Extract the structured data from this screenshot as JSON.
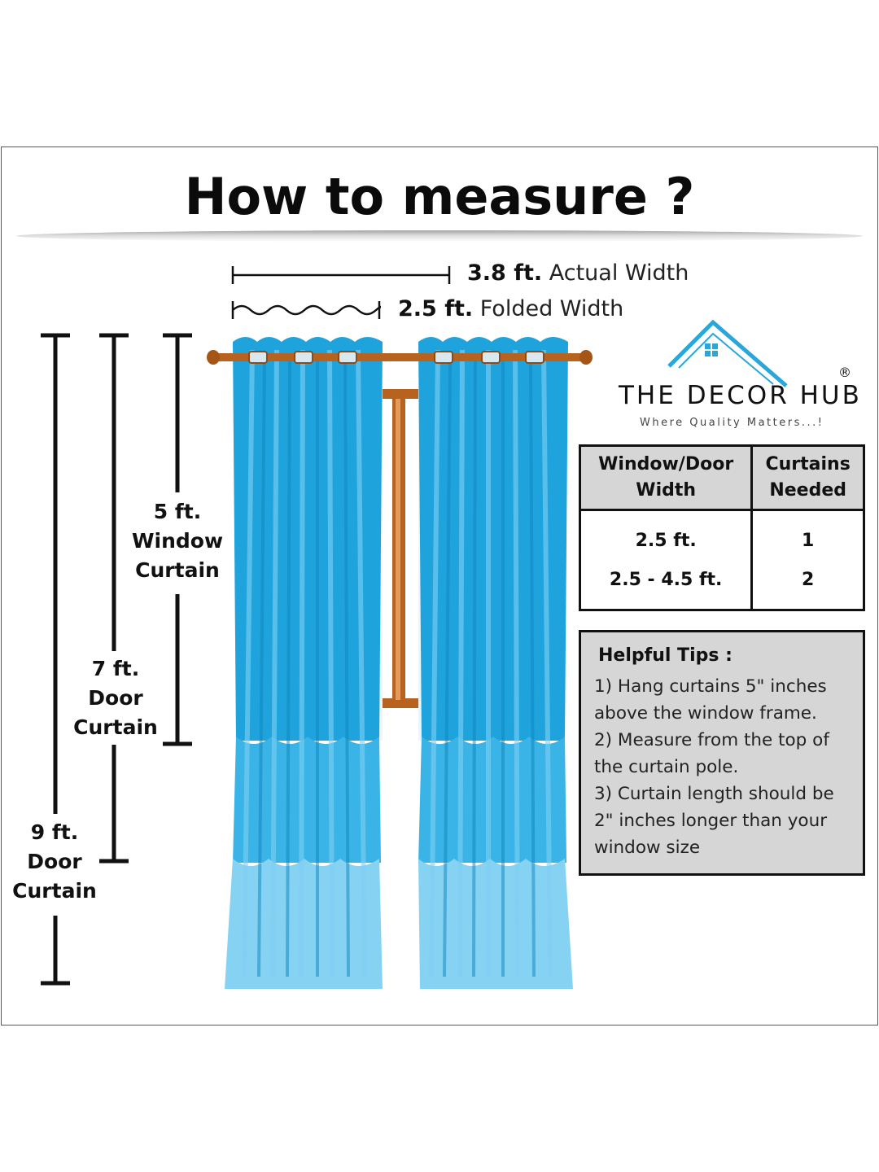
{
  "title": "How to measure ?",
  "dimensions": {
    "actual": {
      "value": "3.8 ft.",
      "label": "Actual Width"
    },
    "folded": {
      "value": "2.5 ft.",
      "label": "Folded Width"
    }
  },
  "vertical_labels": {
    "window": {
      "line1": "5 ft.",
      "line2": "Window",
      "line3": "Curtain"
    },
    "door7": {
      "line1": "7 ft.",
      "line2": "Door",
      "line3": "Curtain"
    },
    "door9": {
      "line1": "9 ft.",
      "line2": "Door",
      "line3": "Curtain"
    }
  },
  "brand": {
    "name": "THE DECOR HUB",
    "registered": "®",
    "tagline": "Where Quality Matters...!",
    "roof_color": "#2aa6d8",
    "icon": "house-roof-icon"
  },
  "table": {
    "headers": [
      {
        "line1": "Window/Door",
        "line2": "Width"
      },
      {
        "line1": "Curtains",
        "line2": "Needed"
      }
    ],
    "rows": [
      {
        "width": "2.5 ft.",
        "count": "1"
      },
      {
        "width": "2.5 - 4.5 ft.",
        "count": "2"
      }
    ]
  },
  "tips": {
    "heading": "Helpful Tips :",
    "items": [
      "1) Hang curtains 5\" inches above the window frame.",
      "2) Measure from the top of the curtain pole.",
      "3) Curtain length should be 2\" inches longer than your window size"
    ]
  },
  "colors": {
    "curtain_dark": "#1fa3dc",
    "curtain_mid": "#3ab3e6",
    "curtain_light": "#86d2f2",
    "rod": "#b8621f",
    "panel_gray": "#d6d6d6"
  }
}
